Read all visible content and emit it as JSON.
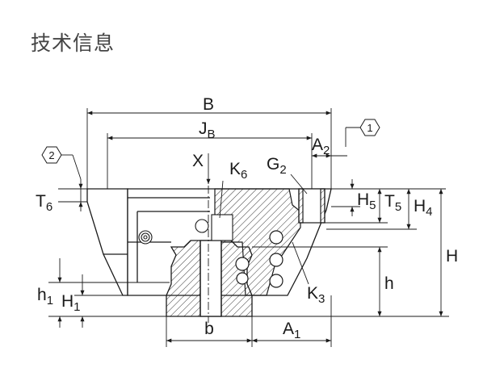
{
  "page": {
    "title": "技术信息"
  },
  "drawing": {
    "callouts": [
      "1",
      "2"
    ],
    "dimensions": {
      "B": "B",
      "JB": {
        "main": "J",
        "sub": "B"
      },
      "A2": {
        "main": "A",
        "sub": "2"
      },
      "X": "X",
      "K6": {
        "main": "K",
        "sub": "6"
      },
      "G2": {
        "main": "G",
        "sub": "2"
      },
      "T6": {
        "main": "T",
        "sub": "6"
      },
      "H5": {
        "main": "H",
        "sub": "5"
      },
      "T5": {
        "main": "T",
        "sub": "5"
      },
      "H4": {
        "main": "H",
        "sub": "4"
      },
      "H": "H",
      "h": "h",
      "h1": {
        "main": "h",
        "sub": "1"
      },
      "H1": {
        "main": "H",
        "sub": "1"
      },
      "K3": {
        "main": "K",
        "sub": "3"
      },
      "b": "b",
      "A1": {
        "main": "A",
        "sub": "1"
      }
    },
    "colors": {
      "line": "#1a1a1a",
      "title": "#444444",
      "background": "#ffffff"
    }
  }
}
